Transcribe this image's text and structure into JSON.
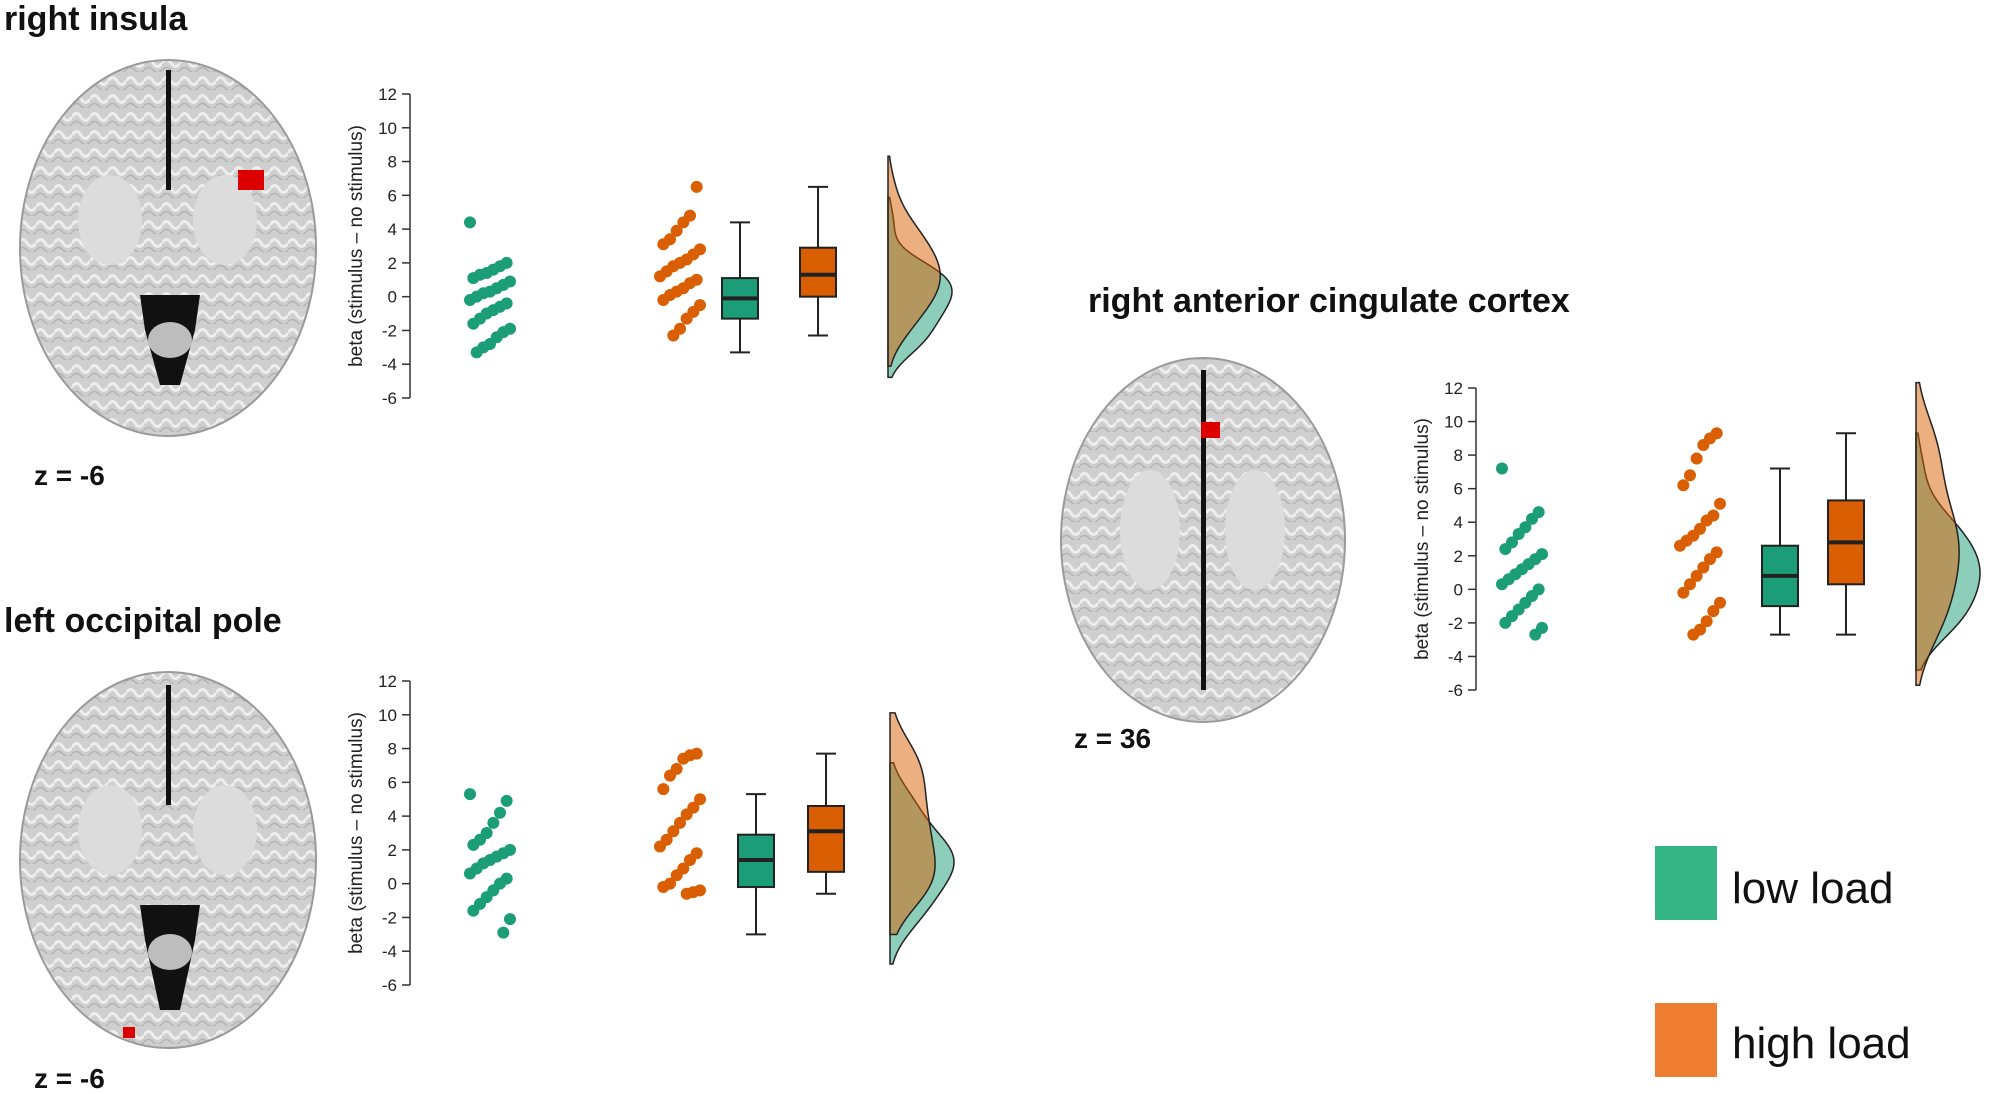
{
  "colors": {
    "low_point": "#1b9e77",
    "high_point": "#d95f02",
    "low_box": "#1b9e77",
    "high_box": "#d95f02",
    "legend_low": "#35b586",
    "legend_high": "#ef7d31",
    "brain_bg": "#d6d6d6",
    "roi": "#dd0000"
  },
  "legend": {
    "low_label": "low load",
    "high_label": "high load"
  },
  "chart_data": [
    {
      "type": "raincloud",
      "title": "right insula",
      "slice_label": "z = -6",
      "ylabel": "beta (stimulus – no stimulus)",
      "ylim": [
        -6,
        12
      ],
      "yticks": [
        "12",
        "10",
        "8",
        "6",
        "4",
        "2",
        "0",
        "-2",
        "-4",
        "-6"
      ],
      "series": [
        {
          "name": "low load",
          "points": [
            4.4,
            2.0,
            1.8,
            1.6,
            1.4,
            1.3,
            1.1,
            0.9,
            0.7,
            0.5,
            0.3,
            0.2,
            0.0,
            -0.2,
            -0.4,
            -0.6,
            -0.8,
            -1.0,
            -1.3,
            -1.6,
            -1.9,
            -2.1,
            -2.4,
            -2.8,
            -3.0,
            -3.3
          ],
          "box": {
            "min": -3.3,
            "q1": -1.3,
            "median": -0.1,
            "q3": 1.1,
            "max": 4.4
          }
        },
        {
          "name": "high load",
          "points": [
            6.5,
            4.8,
            4.4,
            3.9,
            3.4,
            3.1,
            2.8,
            2.5,
            2.2,
            2.0,
            1.8,
            1.5,
            1.2,
            1.0,
            0.8,
            0.5,
            0.3,
            0.1,
            -0.2,
            -0.5,
            -0.9,
            -1.3,
            -1.9,
            -2.3
          ],
          "box": {
            "min": -2.3,
            "q1": 0.0,
            "median": 1.3,
            "q3": 2.9,
            "max": 6.5
          }
        }
      ]
    },
    {
      "type": "raincloud",
      "title": "left occipital pole",
      "slice_label": "z = -6",
      "ylabel": "beta (stimulus – no stimulus)",
      "ylim": [
        -6,
        12
      ],
      "yticks": [
        "12",
        "10",
        "8",
        "6",
        "4",
        "2",
        "0",
        "-2",
        "-4",
        "-6"
      ],
      "series": [
        {
          "name": "low load",
          "points": [
            5.3,
            4.9,
            4.2,
            3.6,
            3.0,
            2.6,
            2.3,
            2.0,
            1.8,
            1.6,
            1.4,
            1.2,
            0.9,
            0.6,
            0.3,
            0.0,
            -0.4,
            -0.8,
            -1.2,
            -1.6,
            -2.1,
            -2.9
          ],
          "box": {
            "min": -3.0,
            "q1": -0.2,
            "median": 1.4,
            "q3": 2.9,
            "max": 5.3
          }
        },
        {
          "name": "high load",
          "points": [
            7.7,
            7.6,
            7.4,
            6.8,
            6.4,
            5.6,
            5.0,
            4.5,
            4.1,
            3.6,
            3.1,
            2.6,
            2.2,
            1.8,
            1.4,
            0.9,
            0.5,
            0.0,
            -0.2,
            -0.4,
            -0.5,
            -0.6
          ],
          "box": {
            "min": -0.6,
            "q1": 0.7,
            "median": 3.1,
            "q3": 4.6,
            "max": 7.7
          }
        }
      ]
    },
    {
      "type": "raincloud",
      "title": "right anterior cingulate cortex",
      "slice_label": "z = 36",
      "ylabel": "beta (stimulus – no stimulus)",
      "ylim": [
        -6,
        12
      ],
      "yticks": [
        "12",
        "10",
        "8",
        "6",
        "4",
        "2",
        "0",
        "-2",
        "-4",
        "-6"
      ],
      "series": [
        {
          "name": "low load",
          "points": [
            7.2,
            4.6,
            4.2,
            3.7,
            3.3,
            2.8,
            2.4,
            2.1,
            1.8,
            1.5,
            1.2,
            0.9,
            0.6,
            0.3,
            0.0,
            -0.4,
            -0.8,
            -1.2,
            -1.6,
            -2.0,
            -2.3,
            -2.7
          ],
          "box": {
            "min": -2.7,
            "q1": -1.0,
            "median": 0.8,
            "q3": 2.6,
            "max": 7.2
          }
        },
        {
          "name": "high load",
          "points": [
            9.3,
            9.0,
            8.6,
            7.8,
            6.8,
            6.2,
            5.1,
            4.4,
            4.1,
            3.6,
            3.2,
            2.9,
            2.6,
            2.2,
            1.8,
            1.3,
            0.8,
            0.3,
            -0.2,
            -0.8,
            -1.3,
            -1.9,
            -2.4,
            -2.7
          ],
          "box": {
            "min": -2.7,
            "q1": 0.3,
            "median": 2.8,
            "q3": 5.3,
            "max": 9.3
          }
        }
      ]
    }
  ]
}
